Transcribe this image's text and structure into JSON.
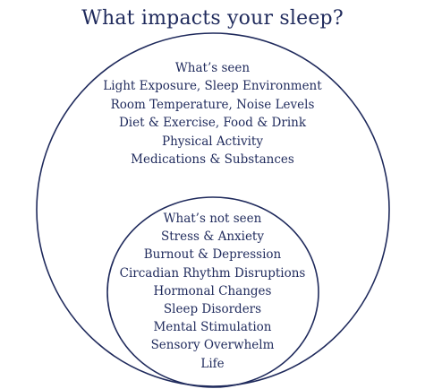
{
  "title": "What impacts your sleep?",
  "colors": {
    "ink": "#1f2a5c",
    "background": "#ffffff"
  },
  "outer_circle": {
    "items": [
      "What’s seen",
      "Light Exposure, Sleep Environment",
      "Room Temperature, Noise Levels",
      "Diet & Exercise, Food & Drink",
      "Physical Activity",
      "Medications & Substances"
    ]
  },
  "inner_circle": {
    "items": [
      "What’s not seen",
      "Stress & Anxiety",
      "Burnout & Depression",
      "Circadian Rhythm Disruptions",
      "Hormonal Changes",
      "Sleep Disorders",
      "Mental Stimulation",
      "Sensory Overwhelm",
      "Life"
    ]
  }
}
